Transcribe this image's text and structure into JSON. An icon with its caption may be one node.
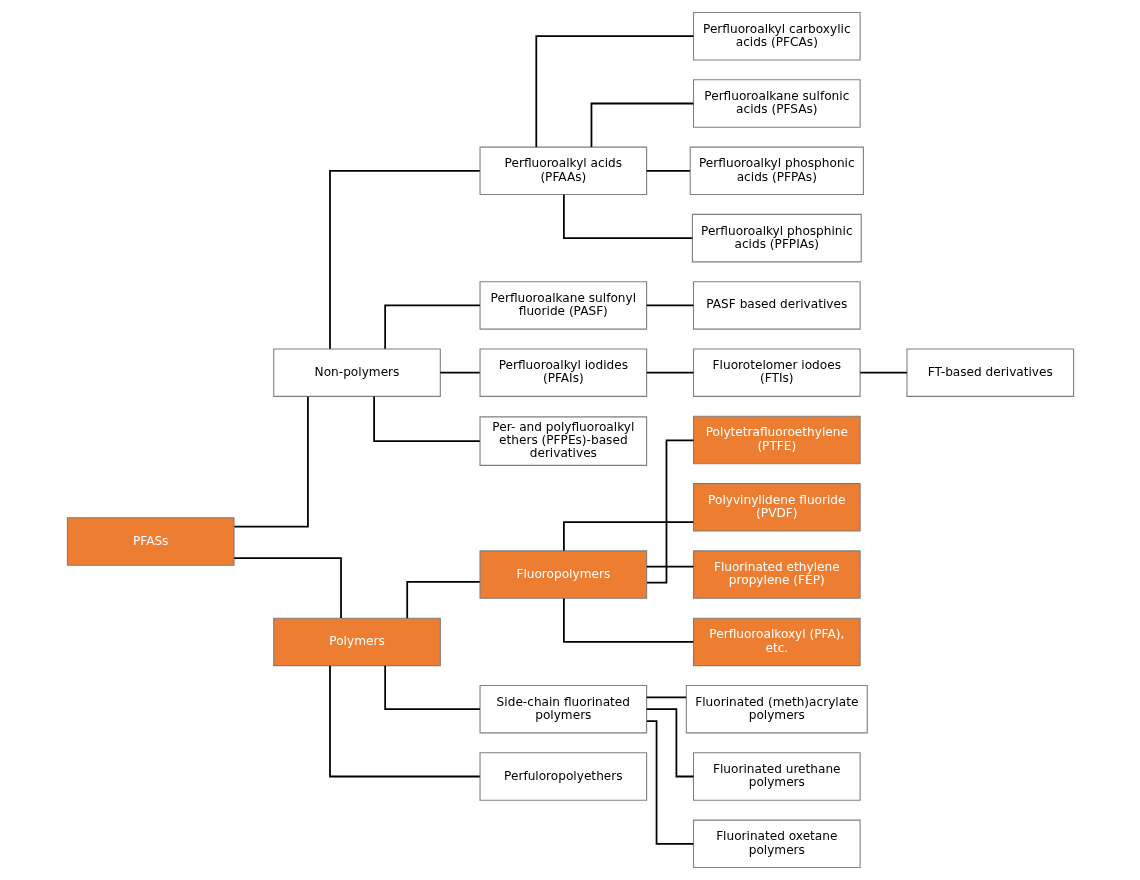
{
  "diagram": {
    "nodes": [
      {
        "text": [
          "PFASs"
        ]
      },
      {
        "text": [
          "Non-polymers"
        ]
      },
      {
        "text": [
          "Perfluoroalkyl acids (PFAAs)"
        ]
      },
      {
        "text": [
          "Perfluoroalkyl carboxylic acids (PFCAs)"
        ]
      },
      {
        "text": [
          "Perfluoroalkane sulfonic acids (PFSAs)"
        ]
      },
      {
        "text": [
          "Perfluoroalkyl phosphonic acids (PFPAs)"
        ]
      },
      {
        "text": [
          "Perfluoroalkyl phosphinic acids (PFPIAs)"
        ]
      },
      {
        "text": [
          "Perfluoroalkane sulfonyl fluoride (PASF)"
        ]
      },
      {
        "text": [
          "PASF based derivatives"
        ]
      },
      {
        "text": [
          "Perfluoroalkyl iodides (PFAIs)"
        ]
      },
      {
        "text": [
          "Fluorotelomer iodoes (FTIs)"
        ]
      },
      {
        "text": [
          "FT-based derivatives"
        ]
      },
      {
        "text": [
          "Per- and polyfluoroalkyl ethers (PFPEs)-based derivatives"
        ]
      },
      {
        "text": [
          "Polymers"
        ]
      },
      {
        "text": [
          "Fluoropolymers"
        ]
      },
      {
        "text": [
          "Polytetrafluoroethylene (PTFE)"
        ]
      },
      {
        "text": [
          "Polyvinylidene fluoride (PVDF)"
        ]
      },
      {
        "text": [
          "Fluorinated ethylene propylene (FEP)"
        ]
      },
      {
        "text": [
          "Perfluoroalkoxyl (PFA), etc."
        ]
      },
      {
        "text": [
          "Side-chain fluorinated polymers"
        ]
      },
      {
        "text": [
          "Fluorinated (meth)acrylate polymers"
        ]
      },
      {
        "text": [
          "Fluorinated urethane polymers"
        ]
      },
      {
        "text": [
          "Fluorinated oxetane polymers"
        ]
      },
      {
        "text": [
          "Perfuloropolyethers"
        ]
      }
    ],
    "edges": [
      {
        "from": 0,
        "to": 1,
        "arrow": "none"
      },
      {
        "from": 1,
        "to": 2,
        "arrow": "none"
      },
      {
        "from": 2,
        "to": 3,
        "arrow": "none"
      },
      {
        "from": 2,
        "to": 4,
        "arrow": "none"
      },
      {
        "from": 2,
        "to": 5,
        "arrow": "none"
      },
      {
        "from": 2,
        "to": 6,
        "arrow": "none"
      },
      {
        "from": 1,
        "to": 7,
        "arrow": "none"
      },
      {
        "from": 7,
        "to": 8,
        "arrow": "none"
      },
      {
        "from": 1,
        "to": 9,
        "arrow": "none"
      },
      {
        "from": 9,
        "to": 10,
        "arrow": "none"
      },
      {
        "from": 10,
        "to": 11,
        "arrow": "none"
      },
      {
        "from": 1,
        "to": 12,
        "arrow": "none"
      },
      {
        "from": 0,
        "to": 13,
        "arrow": "none"
      },
      {
        "from": 13,
        "to": 14,
        "arrow": "none"
      },
      {
        "from": 14,
        "to": 15,
        "arrow": "none"
      },
      {
        "from": 14,
        "to": 16,
        "arrow": "none"
      },
      {
        "from": 14,
        "to": 17,
        "arrow": "none"
      },
      {
        "from": 14,
        "to": 18,
        "arrow": "none"
      },
      {
        "from": 13,
        "to": 19,
        "arrow": "none"
      },
      {
        "from": 19,
        "to": 20,
        "arrow": "none"
      },
      {
        "from": 19,
        "to": 21,
        "arrow": "none"
      },
      {
        "from": 19,
        "to": 22,
        "arrow": "none"
      },
      {
        "from": 13,
        "to": 23,
        "arrow": "none"
      }
    ]
  }
}
